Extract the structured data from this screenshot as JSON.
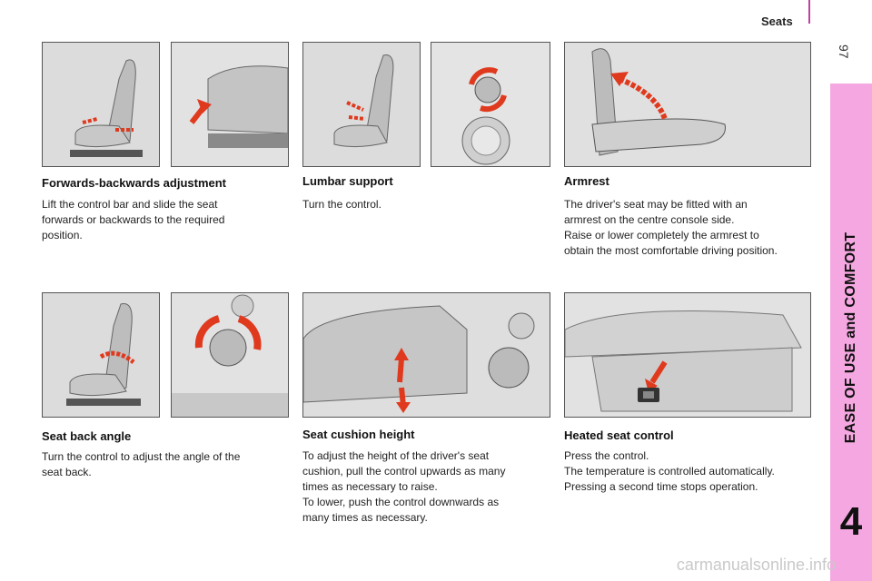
{
  "header": {
    "title": "Seats",
    "page_number": "97"
  },
  "side_tab": {
    "chapter_title": "EASE OF USE and COMFORT",
    "chapter_number": "4"
  },
  "sections": {
    "forwards": {
      "title": "Forwards-backwards adjustment",
      "body": [
        "Lift the control bar and slide the seat",
        "forwards or backwards to the required",
        "position."
      ]
    },
    "lumbar": {
      "title": "Lumbar support",
      "body": [
        "Turn the control."
      ]
    },
    "armrest": {
      "title": "Armrest",
      "body": [
        "The driver's seat may be fitted with an",
        "armrest on the centre console side.",
        "Raise or lower completely the armrest to",
        "obtain the most comfortable driving position."
      ]
    },
    "seatback": {
      "title": "Seat back angle",
      "body": [
        "Turn the control to adjust the angle of the",
        "seat back."
      ]
    },
    "cushion": {
      "title": "Seat cushion height",
      "body": [
        "To adjust the height of the driver's seat",
        "cushion, pull the control upwards as many",
        "times as necessary to raise.",
        "To lower, push the control downwards as",
        "many times as necessary."
      ]
    },
    "heated": {
      "title": "Heated seat control",
      "body": [
        "Press the control.",
        "The temperature is controlled automatically.",
        "Pressing a second time stops operation."
      ]
    }
  },
  "watermark": "carmanualsonline.info",
  "colors": {
    "accent_pink": "#f4a7e0",
    "arrow_red": "#e03a1e",
    "header_rule": "#c33fa0"
  }
}
